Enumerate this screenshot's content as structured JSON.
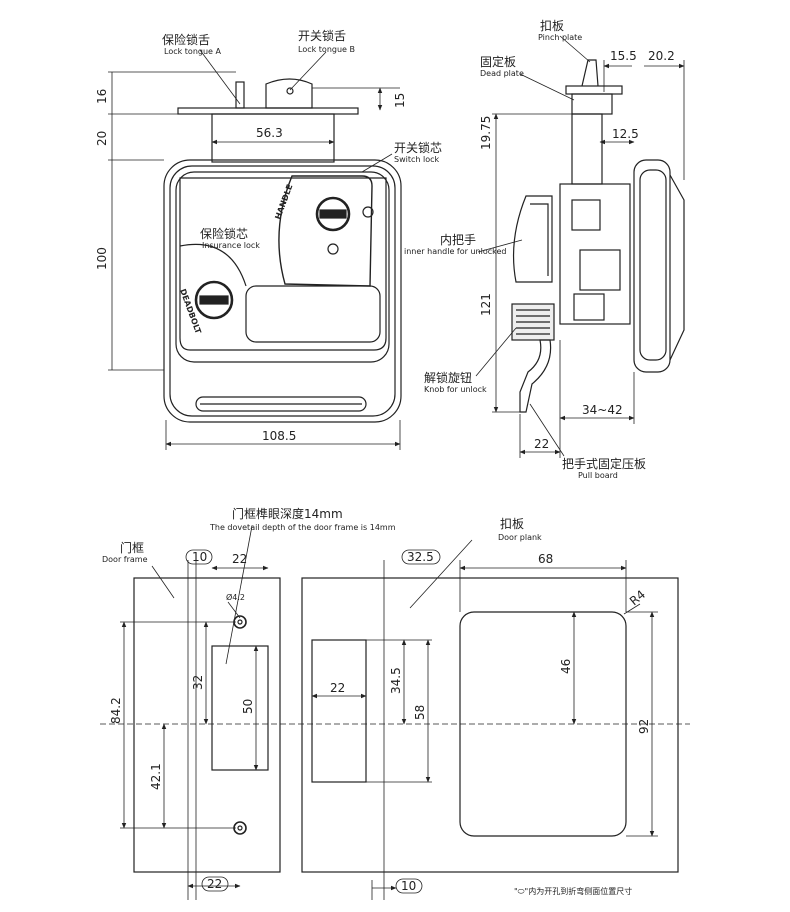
{
  "front_view": {
    "label_lock_tongue_a_cn": "保险锁舌",
    "label_lock_tongue_a_en": "Lock tongue A",
    "label_lock_tongue_b_cn": "开关锁舌",
    "label_lock_tongue_b_en": "Lock tongue B",
    "label_switch_lock_cn": "开关锁芯",
    "label_switch_lock_en": "Switch lock",
    "label_insurance_lock_cn": "保险锁芯",
    "label_insurance_lock_en": "Insurance lock",
    "handle_text": "HANDLE",
    "deadbolt_text": "DEADBOLT",
    "dim_16": "16",
    "dim_20": "20",
    "dim_15": "15",
    "dim_56_3": "56.3",
    "dim_100": "100",
    "dim_108_5": "108.5"
  },
  "side_view": {
    "label_pinch_plate_cn": "扣板",
    "label_pinch_plate_en": "Pinch plate",
    "label_dead_plate_cn": "固定板",
    "label_dead_plate_en": "Dead plate",
    "label_inner_handle_cn": "内把手",
    "label_inner_handle_en": "inner handle for unlocked",
    "label_knob_cn": "解锁旋钮",
    "label_knob_en": "Knob for unlock",
    "label_pull_board_cn": "把手式固定压板",
    "label_pull_board_en": "Pull board",
    "dim_15_5": "15.5",
    "dim_20_2": "20.2",
    "dim_19_75": "19.75",
    "dim_12_5": "12.5",
    "dim_121": "121",
    "dim_34_42": "34~42",
    "dim_22": "22"
  },
  "door_frame_view": {
    "label_cn": "门框",
    "label_en": "Door frame",
    "label_dovetail_cn": "门框榫眼深度14mm",
    "label_dovetail_en": "The dovetail depth of the door frame is 14mm",
    "dim_10": "10",
    "dim_22_top": "22",
    "dim_phi_4_2": "Ø4.2",
    "dim_32": "32",
    "dim_50": "50",
    "dim_84_2": "84.2",
    "dim_42_1": "42.1",
    "dim_22_bottom": "22"
  },
  "door_plank_view": {
    "label_cn": "扣板",
    "label_en": "Door plank",
    "dim_32_5": "32.5",
    "dim_68": "68",
    "dim_r4": "R4",
    "dim_46": "46",
    "dim_22": "22",
    "dim_34_5": "34.5",
    "dim_58": "58",
    "dim_92": "92",
    "dim_10": "10",
    "note": "\"⬭\"内为开孔到折弯侧面位置尺寸"
  }
}
